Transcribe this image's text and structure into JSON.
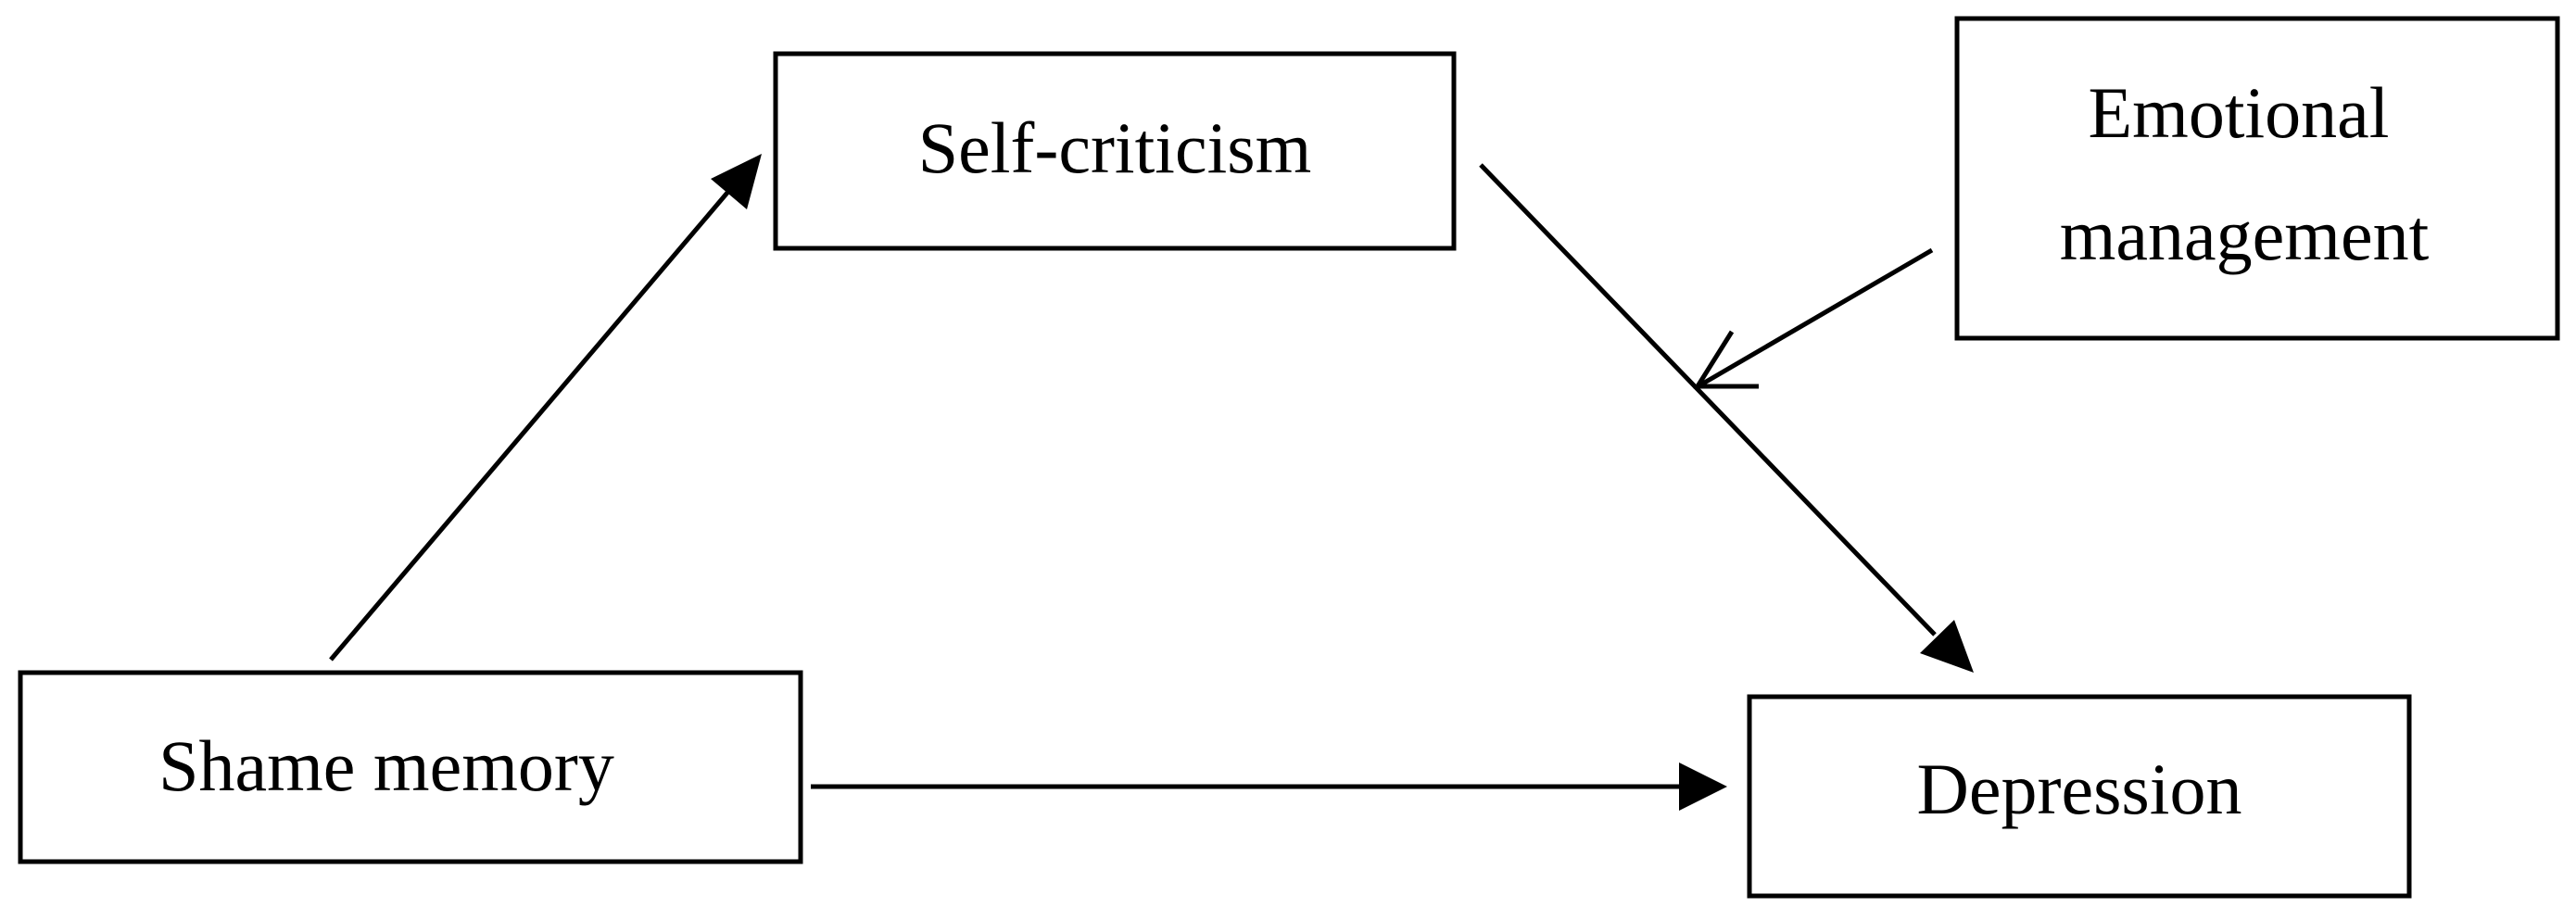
{
  "diagram": {
    "nodes": {
      "self_criticism": {
        "label": "Self-criticism"
      },
      "emotional_management": {
        "line1": "Emotional",
        "line2": "management"
      },
      "shame_memory": {
        "label": "Shame memory"
      },
      "depression": {
        "label": "Depression"
      }
    },
    "edges": [
      {
        "from": "Shame memory",
        "to": "Self-criticism",
        "style": "solid-arrow"
      },
      {
        "from": "Self-criticism",
        "to": "Depression",
        "style": "solid-arrow"
      },
      {
        "from": "Shame memory",
        "to": "Depression",
        "style": "solid-arrow"
      },
      {
        "from": "Emotional management",
        "to": "Self-criticism → Depression path",
        "style": "open-arrow"
      }
    ],
    "colors": {
      "stroke": "#000000",
      "background": "#ffffff"
    }
  }
}
